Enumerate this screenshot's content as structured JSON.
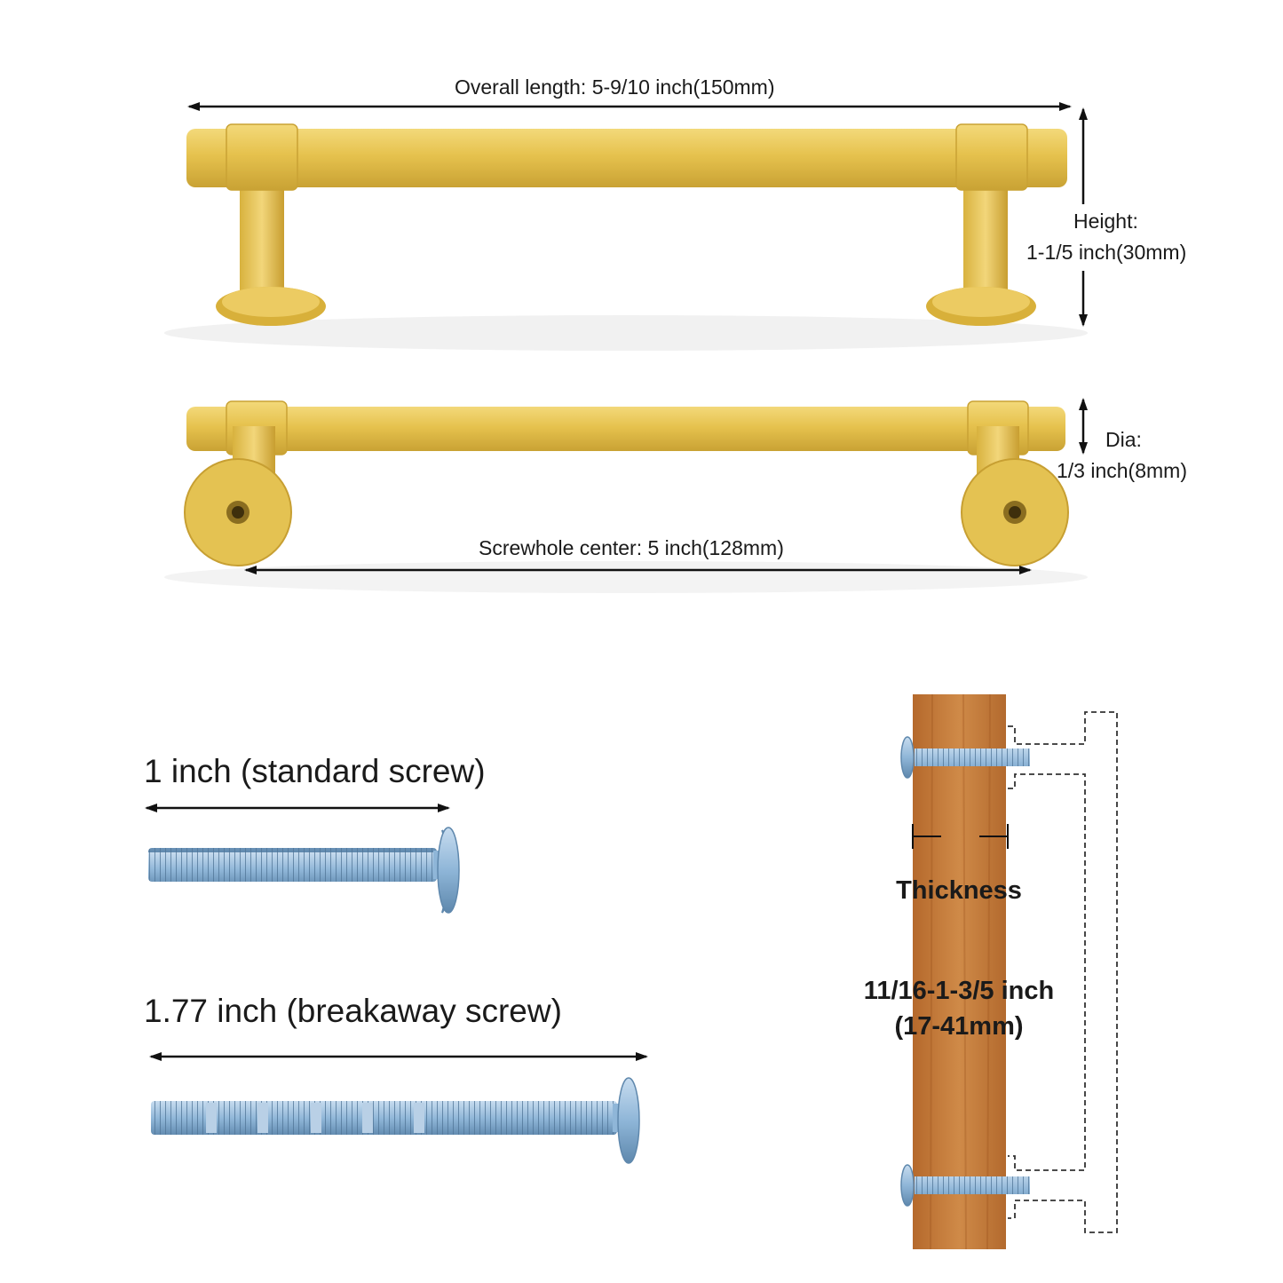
{
  "handle_top": {
    "overall_length": "Overall length: 5-9/10 inch(150mm)",
    "height_title": "Height:",
    "height_value": "1-1/5 inch(30mm)"
  },
  "handle_bottom": {
    "dia_title": "Dia:",
    "dia_value": "1/3 inch(8mm)",
    "screwhole_center": "Screwhole center: 5 inch(128mm)"
  },
  "screws": {
    "standard": "1 inch (standard screw)",
    "breakaway": "1.77 inch (breakaway screw)"
  },
  "panel": {
    "thickness_label": "Thickness",
    "thickness_range": "11/16-1-3/5 inch",
    "thickness_mm": "(17-41mm)"
  },
  "colors": {
    "brass": "#e6c24e",
    "wood": "#c27a3a",
    "screw": "#8fb6d8"
  }
}
